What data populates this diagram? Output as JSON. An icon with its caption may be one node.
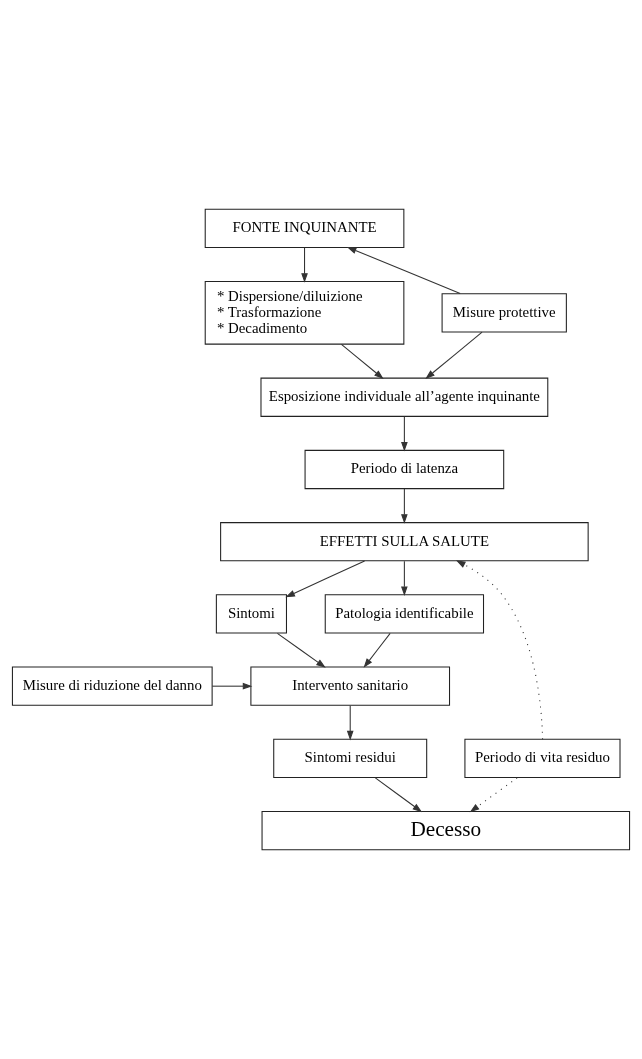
{
  "diagram": {
    "nodes": [
      {
        "text": [
          "FONTE INQUINANTE"
        ]
      },
      {
        "text": [
          "* Dispersione/diluizione",
          "* Trasformazione",
          "* Decadimento"
        ]
      },
      {
        "text": [
          "Misure protettive"
        ]
      },
      {
        "text": [
          "Esposizione individuale all’agente inquinante"
        ]
      },
      {
        "text": [
          "Periodo di latenza"
        ]
      },
      {
        "text": [
          "EFFETTI SULLA SALUTE"
        ]
      },
      {
        "text": [
          "Sintomi"
        ]
      },
      {
        "text": [
          "Patologia identificabile"
        ]
      },
      {
        "text": [
          "Intervento sanitario"
        ]
      },
      {
        "text": [
          "Misure di riduzione del danno"
        ]
      },
      {
        "text": [
          "Sintomi residui"
        ]
      },
      {
        "text": [
          "Periodo di vita residuo"
        ]
      },
      {
        "text": [
          "Decesso"
        ]
      }
    ],
    "edges": [
      {
        "from": 0,
        "to": 1,
        "arrow": "to"
      },
      {
        "from": 2,
        "to": 0,
        "arrow": "to"
      },
      {
        "from": 1,
        "to": 3,
        "arrow": "to"
      },
      {
        "from": 2,
        "to": 3,
        "arrow": "to"
      },
      {
        "from": 3,
        "to": 4,
        "arrow": "to"
      },
      {
        "from": 4,
        "to": 5,
        "arrow": "to"
      },
      {
        "from": 5,
        "to": 6,
        "arrow": "to"
      },
      {
        "from": 5,
        "to": 7,
        "arrow": "to"
      },
      {
        "from": 6,
        "to": 8,
        "arrow": "to"
      },
      {
        "from": 7,
        "to": 8,
        "arrow": "to"
      },
      {
        "from": 9,
        "to": 8,
        "arrow": "to"
      },
      {
        "from": 8,
        "to": 10,
        "arrow": "to"
      },
      {
        "from": 10,
        "to": 12,
        "arrow": "to"
      },
      {
        "from": 11,
        "to": 5,
        "arrow": "to",
        "style": "dashed"
      },
      {
        "from": 11,
        "to": 12,
        "arrow": "to",
        "style": "dashed"
      }
    ]
  }
}
